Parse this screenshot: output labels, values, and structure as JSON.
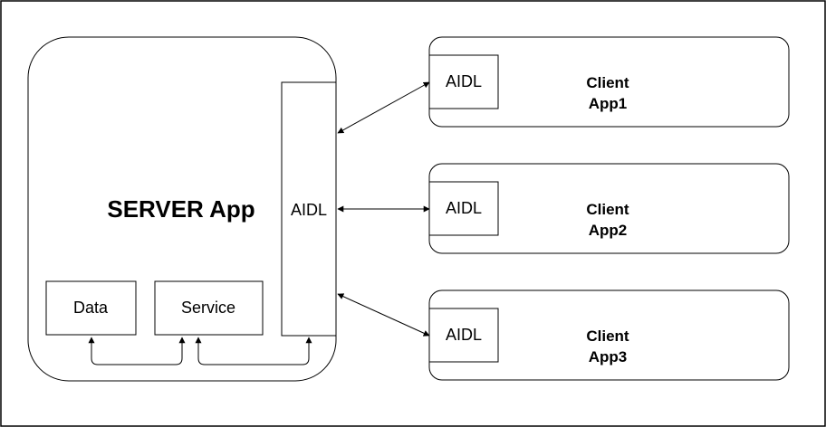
{
  "server": {
    "title": "SERVER App",
    "aidl_label": "AIDL",
    "data_label": "Data",
    "service_label": "Service"
  },
  "clients": [
    {
      "aidl_label": "AIDL",
      "name_line1": "Client",
      "name_line2": "App1"
    },
    {
      "aidl_label": "AIDL",
      "name_line1": "Client",
      "name_line2": "App2"
    },
    {
      "aidl_label": "AIDL",
      "name_line1": "Client",
      "name_line2": "App3"
    }
  ],
  "colors": {
    "stroke": "#000000",
    "background": "#ffffff"
  }
}
